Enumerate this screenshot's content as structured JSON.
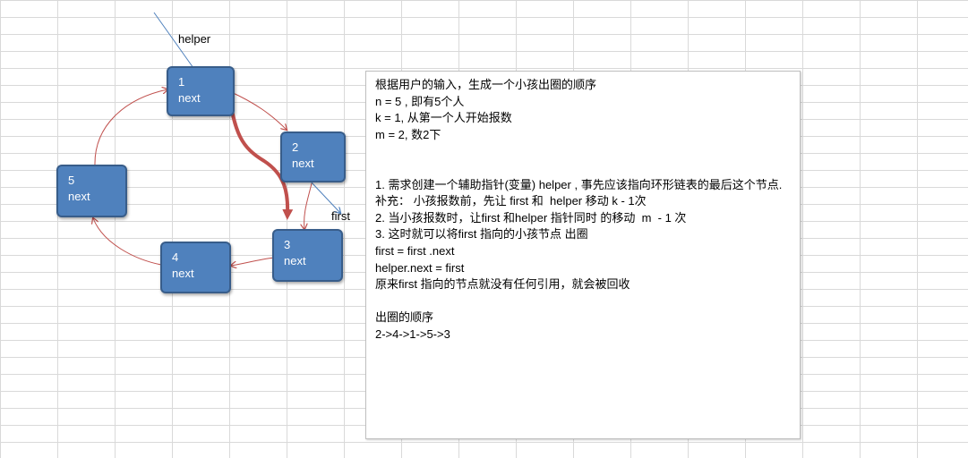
{
  "diagram": {
    "nodes": [
      {
        "id": "1",
        "num": "1",
        "field": "next"
      },
      {
        "id": "2",
        "num": "2",
        "field": "next"
      },
      {
        "id": "3",
        "num": "3",
        "field": "next"
      },
      {
        "id": "4",
        "num": "4",
        "field": "next"
      },
      {
        "id": "5",
        "num": "5",
        "field": "next"
      }
    ],
    "labels": {
      "helper": "helper",
      "first": "first"
    },
    "colors": {
      "node_fill": "#4f81bd",
      "node_border": "#385d8a",
      "arrow_red": "#c0504d",
      "arrow_blue": "#4f81bd"
    }
  },
  "description": {
    "lines": [
      "根据用户的输入，生成一个小孩出圈的顺序",
      "n = 5 , 即有5个人",
      "k = 1, 从第一个人开始报数",
      "m = 2, 数2下",
      "",
      "",
      "1. 需求创建一个辅助指针(变量) helper , 事先应该指向环形链表的最后这个节点.",
      "补充： 小孩报数前，先让 first 和  helper 移动 k - 1次",
      "2. 当小孩报数时，让first 和helper 指针同时 的移动  m  - 1 次",
      "3. 这时就可以将first 指向的小孩节点 出圈",
      "first = first .next",
      "helper.next = first",
      "原来first 指向的节点就没有任何引用，就会被回收",
      "",
      "出圈的顺序",
      "2->4->1->5->3"
    ]
  }
}
